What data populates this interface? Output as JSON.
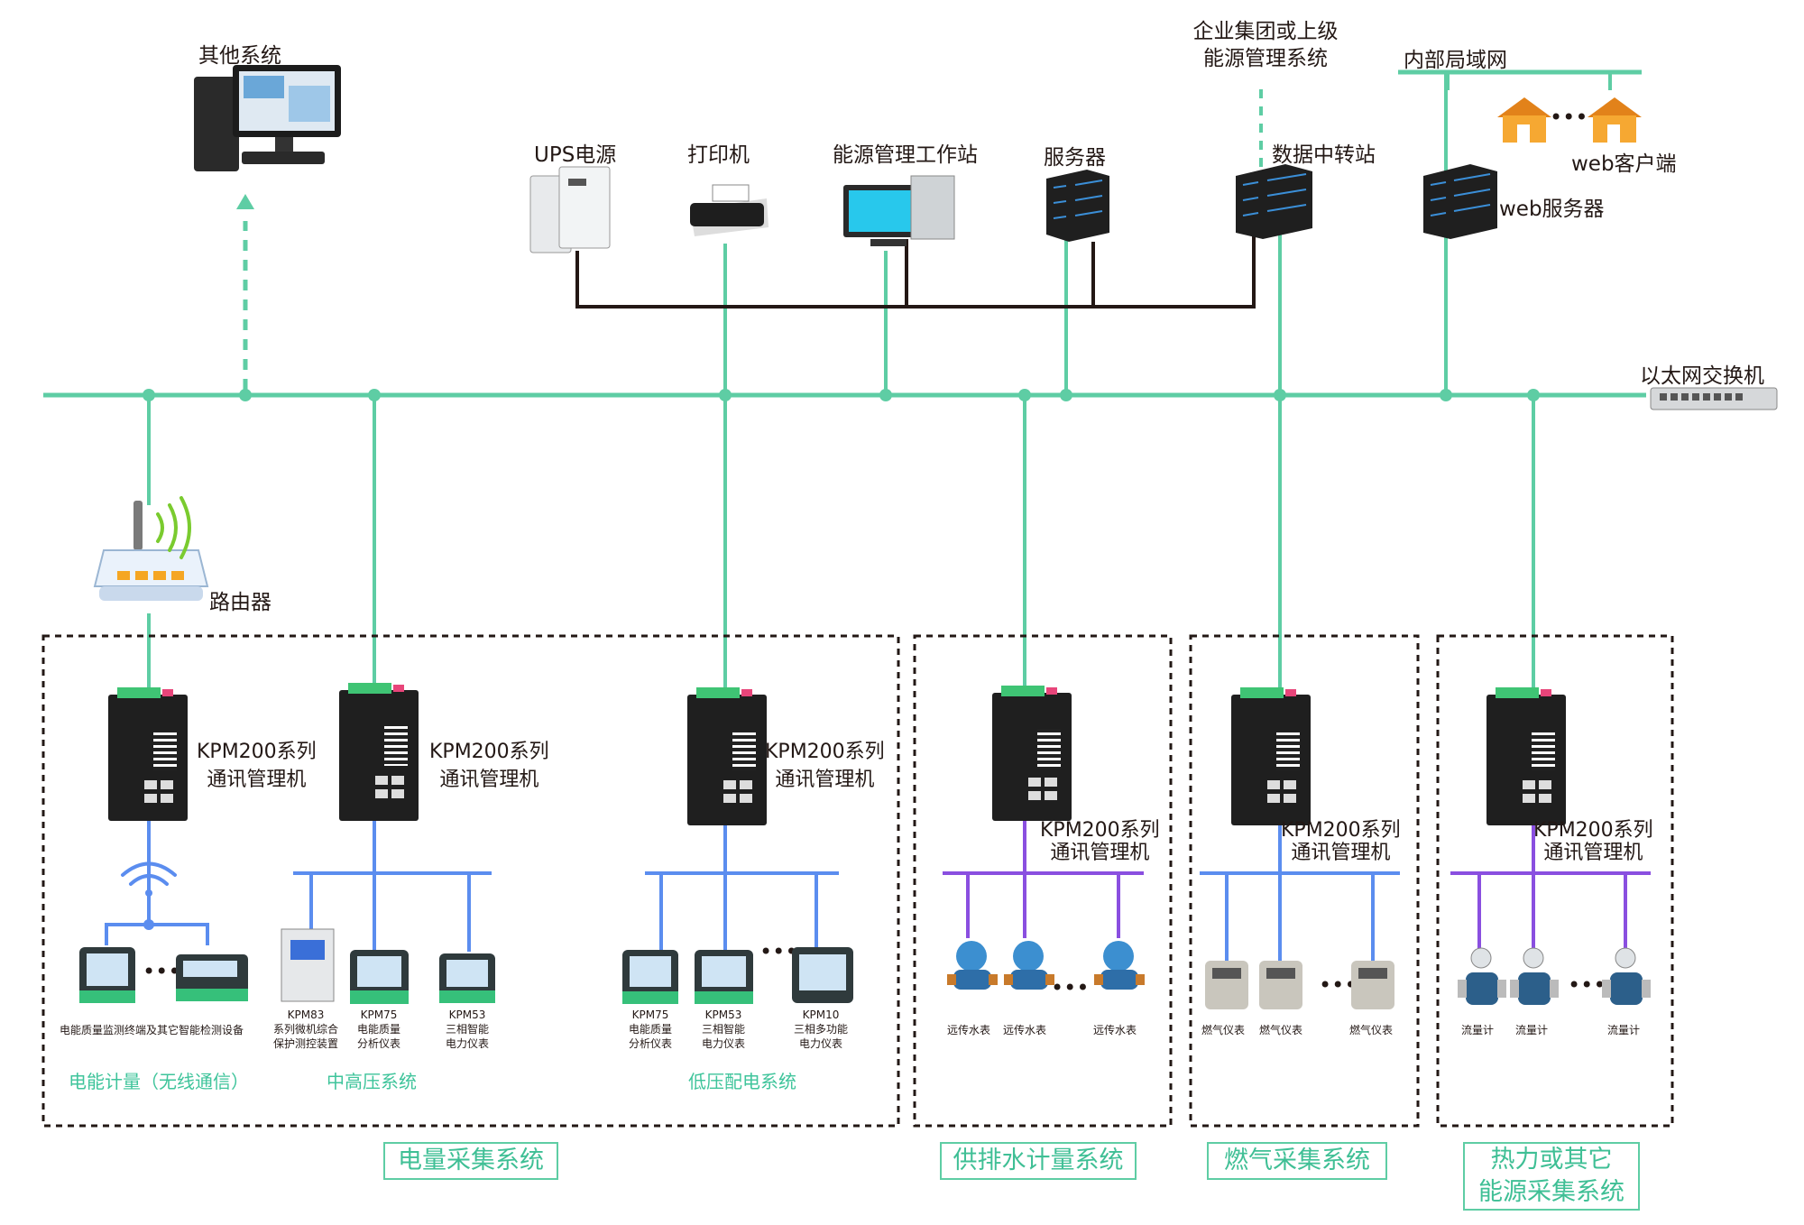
{
  "labels": {
    "other_system": "其他系统",
    "ups": "UPS电源",
    "printer": "打印机",
    "workstation": "能源管理工作站",
    "server": "服务器",
    "enterprise_line1": "企业集团或上级",
    "enterprise_line2": "能源管理系统",
    "data_relay": "数据中转站",
    "intranet": "内部局域网",
    "web_client": "web客户端",
    "web_server": "web服务器",
    "ethernet_switch": "以太网交换机",
    "router": "路由器"
  },
  "kpm": [
    {
      "line1": "KPM200系列",
      "line2": "通讯管理机"
    },
    {
      "line1": "KPM200系列",
      "line2": "通讯管理机"
    },
    {
      "line1": "KPM200系列",
      "line2": "通讯管理机"
    },
    {
      "line1": "KPM200系列",
      "line2": "通讯管理机"
    },
    {
      "line1": "KPM200系列",
      "line2": "通讯管理机"
    },
    {
      "line1": "KPM200系列",
      "line2": "通讯管理机"
    }
  ],
  "devices": {
    "wireless_group": "电能质量监测终端及其它智能检测设备",
    "kpm83": {
      "l1": "KPM83",
      "l2": "系列微机综合",
      "l3": "保护测控装置"
    },
    "kpm75a": {
      "l1": "KPM75",
      "l2": "电能质量",
      "l3": "分析仪表"
    },
    "kpm53a": {
      "l1": "KPM53",
      "l2": "三相智能",
      "l3": "电力仪表"
    },
    "kpm75b": {
      "l1": "KPM75",
      "l2": "电能质量",
      "l3": "分析仪表"
    },
    "kpm53b": {
      "l1": "KPM53",
      "l2": "三相智能",
      "l3": "电力仪表"
    },
    "kpm10": {
      "l1": "KPM10",
      "l2": "三相多功能",
      "l3": "电力仪表"
    },
    "water1": "远传水表",
    "water2": "远传水表",
    "water3": "远传水表",
    "gas1": "燃气仪表",
    "gas2": "燃气仪表",
    "gas3": "燃气仪表",
    "flow1": "流量计",
    "flow2": "流量计",
    "flow3": "流量计"
  },
  "subsystems": {
    "wireless": "电能计量（无线通信）",
    "mid_high": "中高压系统",
    "low_voltage": "低压配电系统"
  },
  "systems": {
    "electric": "电量采集系统",
    "water": "供排水计量系统",
    "gas": "燃气采集系统",
    "heat_line1": "热力或其它",
    "heat_line2": "能源采集系统"
  },
  "colors": {
    "bus": "#5ecda4",
    "field_bus_blue": "#5b8def",
    "field_bus_purple": "#8a4fe0",
    "server_link": "#231815",
    "subsystem_text": "#3fc49b"
  }
}
